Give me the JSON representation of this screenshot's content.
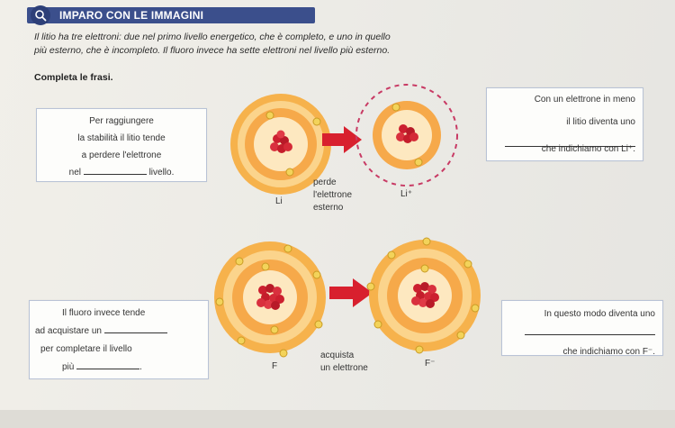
{
  "header": {
    "title": "IMPARO CON LE IMMAGINI",
    "icon": "search-icon"
  },
  "intro": {
    "line1": "Il litio ha tre elettroni: due nel primo livello energetico, che è completo, e uno in quello",
    "line2": "più esterno, che è incompleto. Il fluoro invece ha sette elettroni nel livello più esterno.",
    "instruction": "Completa le frasi."
  },
  "lithium": {
    "box_left": {
      "line1": "Per raggiungere",
      "line2": "la stabilità il litio tende",
      "line3": "a perdere l'elettrone",
      "line4_pre": "nel",
      "line4_post": "livello."
    },
    "box_right": {
      "line1": "Con un elettrone in meno",
      "line2": "il litio diventa uno",
      "line3": "che indichiamo con Li⁺."
    },
    "atom_label_left": "Li",
    "atom_label_right": "Li⁺",
    "arrow_caption": {
      "line1": "perde",
      "line2": "l'elettrone",
      "line3": "esterno"
    }
  },
  "fluorine": {
    "box_left": {
      "line1": "Il fluoro invece tende",
      "line2_pre": "ad acquistare un",
      "line3": "per completare il livello",
      "line4_pre": "più",
      "line4_post": "."
    },
    "box_right": {
      "line1": "In questo modo diventa uno",
      "line3": "che indichiamo con F⁻."
    },
    "atom_label_left": "F",
    "atom_label_right": "F⁻",
    "arrow_caption": {
      "line1": "acquista",
      "line2": "un elettrone"
    }
  },
  "colors": {
    "header": "#3b4f8c",
    "shell_outer": "#f4a93a",
    "shell_inner": "#fde3b0",
    "nucleus": "#cc1f2f",
    "electron": "#f3d35a",
    "arrow": "#d8202e",
    "box_border": "#b9c3d6"
  }
}
